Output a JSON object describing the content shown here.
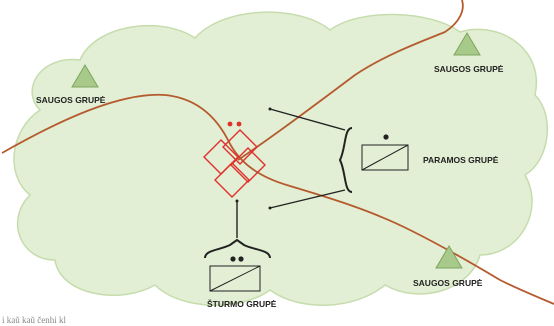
{
  "diagram": {
    "labels": {
      "saugos_left": "SAUGOS GRUPĖ",
      "saugos_top_right": "SAUGOS GRUPĖ",
      "saugos_bottom_right": "SAUGOS GRUPĖ",
      "paramos": "PARAMOS GRUPĖ",
      "sturmo": "ŠTURMO GRUPĖ"
    },
    "caption": "i   kaŭ kaŭ čenhi kl"
  },
  "colors": {
    "cloud_fill": "#e2efd4",
    "cloud_stroke": "#c6dcad",
    "road": "#b55a2e",
    "target": "#e0302b",
    "triangle_fill": "#a7c98a",
    "triangle_stroke": "#7ea561",
    "unit_lines": "#222222"
  }
}
